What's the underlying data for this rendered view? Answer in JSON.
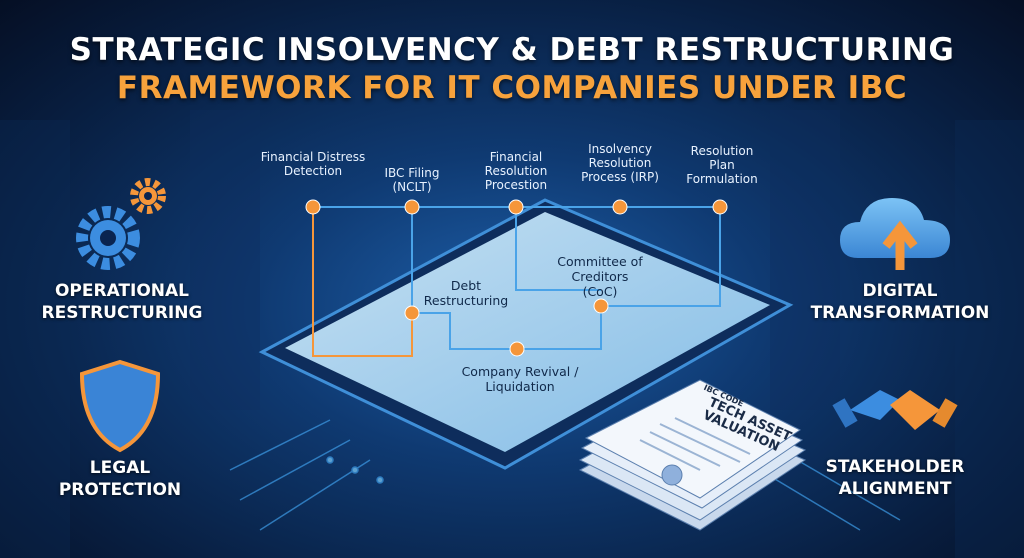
{
  "title": {
    "line1": "STRATEGIC INSOLVENCY & DEBT RESTRUCTURING",
    "line2": "FRAMEWORK FOR IT COMPANIES UNDER IBC"
  },
  "colors": {
    "accent_orange": "#f7a23c",
    "node": "#f5963a",
    "background": "#0a2450",
    "line": "#4aa3e8"
  },
  "flow": {
    "top_steps": [
      {
        "label": "Financial Distress Detection"
      },
      {
        "label": "IBC Filing (NCLT)"
      },
      {
        "label": "Financial Resolution Procestion"
      },
      {
        "label": "Insolvency Resolution Process (IRP)"
      },
      {
        "label": "Resolution Plan Formulation"
      }
    ],
    "inner_steps": [
      {
        "label": "Debt Restructuring"
      },
      {
        "label": "Company Revival / Liquidation"
      },
      {
        "label": "Committee of Creditors (CoC)"
      }
    ]
  },
  "pillars": [
    {
      "label_line1": "OPERATIONAL",
      "label_line2": "RESTRUCTURING",
      "icon": "gears-icon"
    },
    {
      "label_line1": "LEGAL",
      "label_line2": "PROTECTION",
      "icon": "shield-icon"
    },
    {
      "label_line1": "DIGITAL",
      "label_line2": "TRANSFORMATION",
      "icon": "cloud-upload-icon"
    },
    {
      "label_line1": "STAKEHOLDER",
      "label_line2": "ALIGNMENT",
      "icon": "handshake-icon"
    }
  ],
  "document": {
    "header": "IBC CODE",
    "title_line1": "TECH ASSET",
    "title_line2": "VALUATION"
  }
}
